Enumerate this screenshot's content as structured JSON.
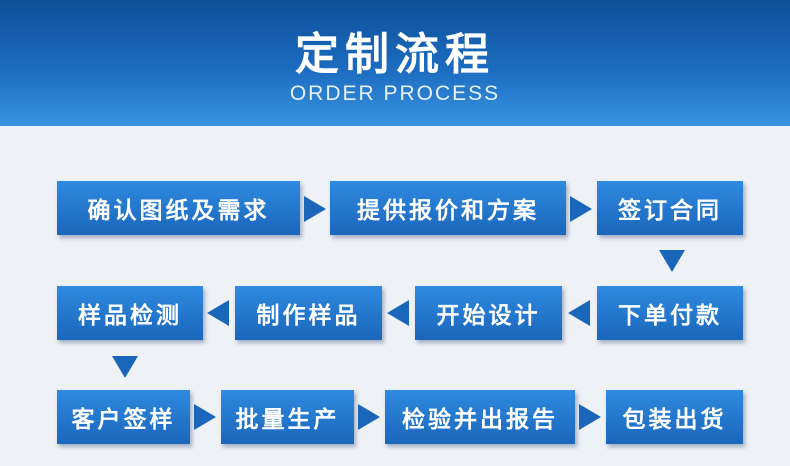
{
  "header": {
    "title": "定制流程",
    "subtitle": "ORDER PROCESS"
  },
  "colors": {
    "header_top": "#0e4f97",
    "header_bottom": "#3a93e0",
    "box": "#1f72c7",
    "arrow": "#1a66bb",
    "background": "#eef1f6"
  },
  "process": {
    "steps": [
      "确认图纸及需求",
      "提供报价和方案",
      "签订合同",
      "下单付款",
      "开始设计",
      "制作样品",
      "样品检测",
      "客户签样",
      "批量生产",
      "检验并出报告",
      "包装出货"
    ]
  }
}
